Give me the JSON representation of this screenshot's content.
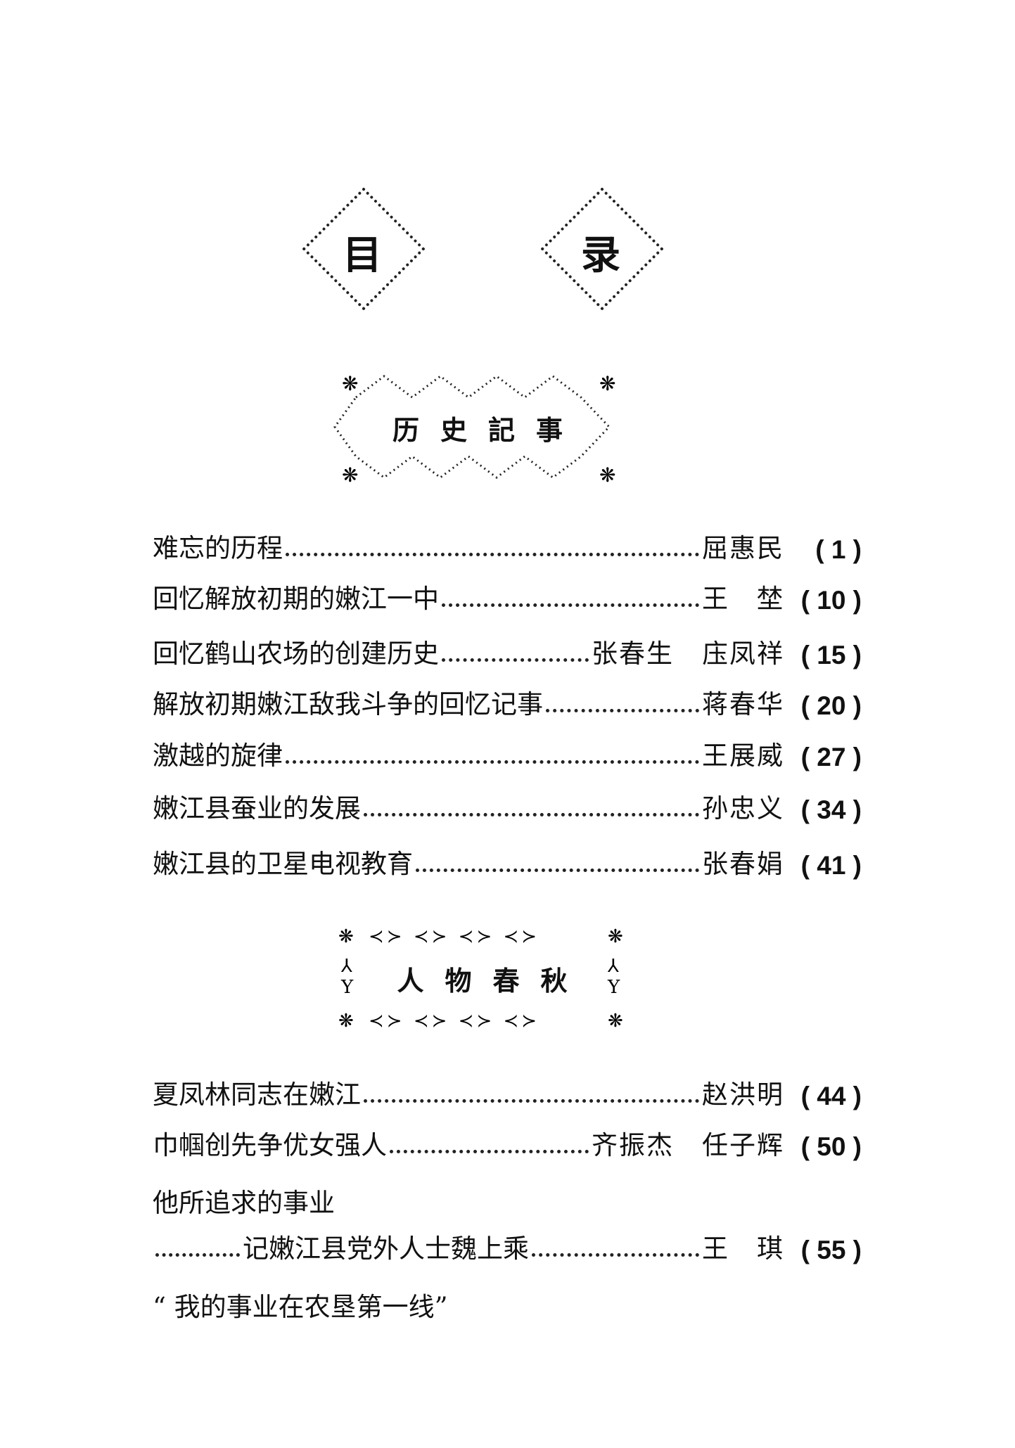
{
  "title": {
    "char1": "目",
    "char2": "录"
  },
  "sections": [
    {
      "heading": "历史記事",
      "entries": [
        {
          "title": "难忘的历程",
          "author": "屈惠民",
          "page": "( 1 )"
        },
        {
          "title": "回忆解放初期的嫩江一中",
          "author": "王　埜",
          "page": "( 10 )"
        },
        {
          "title": "回忆鹤山农场的创建历史",
          "author": "张春生",
          "author2": "庒凤祥",
          "page": "( 15 )"
        },
        {
          "title": "解放初期嫩江敌我斗争的回忆记事",
          "author": "蒋春华",
          "page": "( 20 )"
        },
        {
          "title": "激越的旋律",
          "author": "王展威",
          "page": "( 27 )"
        },
        {
          "title": "嫩江县蚕业的发展",
          "author": "孙忠义",
          "page": "( 34 )"
        },
        {
          "title": "嫩江县的卫星电视教育",
          "author": "张春娟",
          "page": "( 41 )"
        }
      ]
    },
    {
      "heading": "人物春秋",
      "entries": [
        {
          "title": "夏凤林同志在嫩江",
          "author": "赵洪明",
          "page": "( 44 )"
        },
        {
          "title": "巾帼创先争优女强人",
          "author": "齐振杰",
          "author2": "任子辉",
          "page": "( 50 )"
        },
        {
          "title": "他所追求的事业"
        },
        {
          "title": "记嫩江县党外人士魏上乘",
          "author": "王　琪",
          "page": "( 55 )"
        },
        {
          "title": "“ 我的事业在农垦第一线”"
        }
      ]
    }
  ]
}
